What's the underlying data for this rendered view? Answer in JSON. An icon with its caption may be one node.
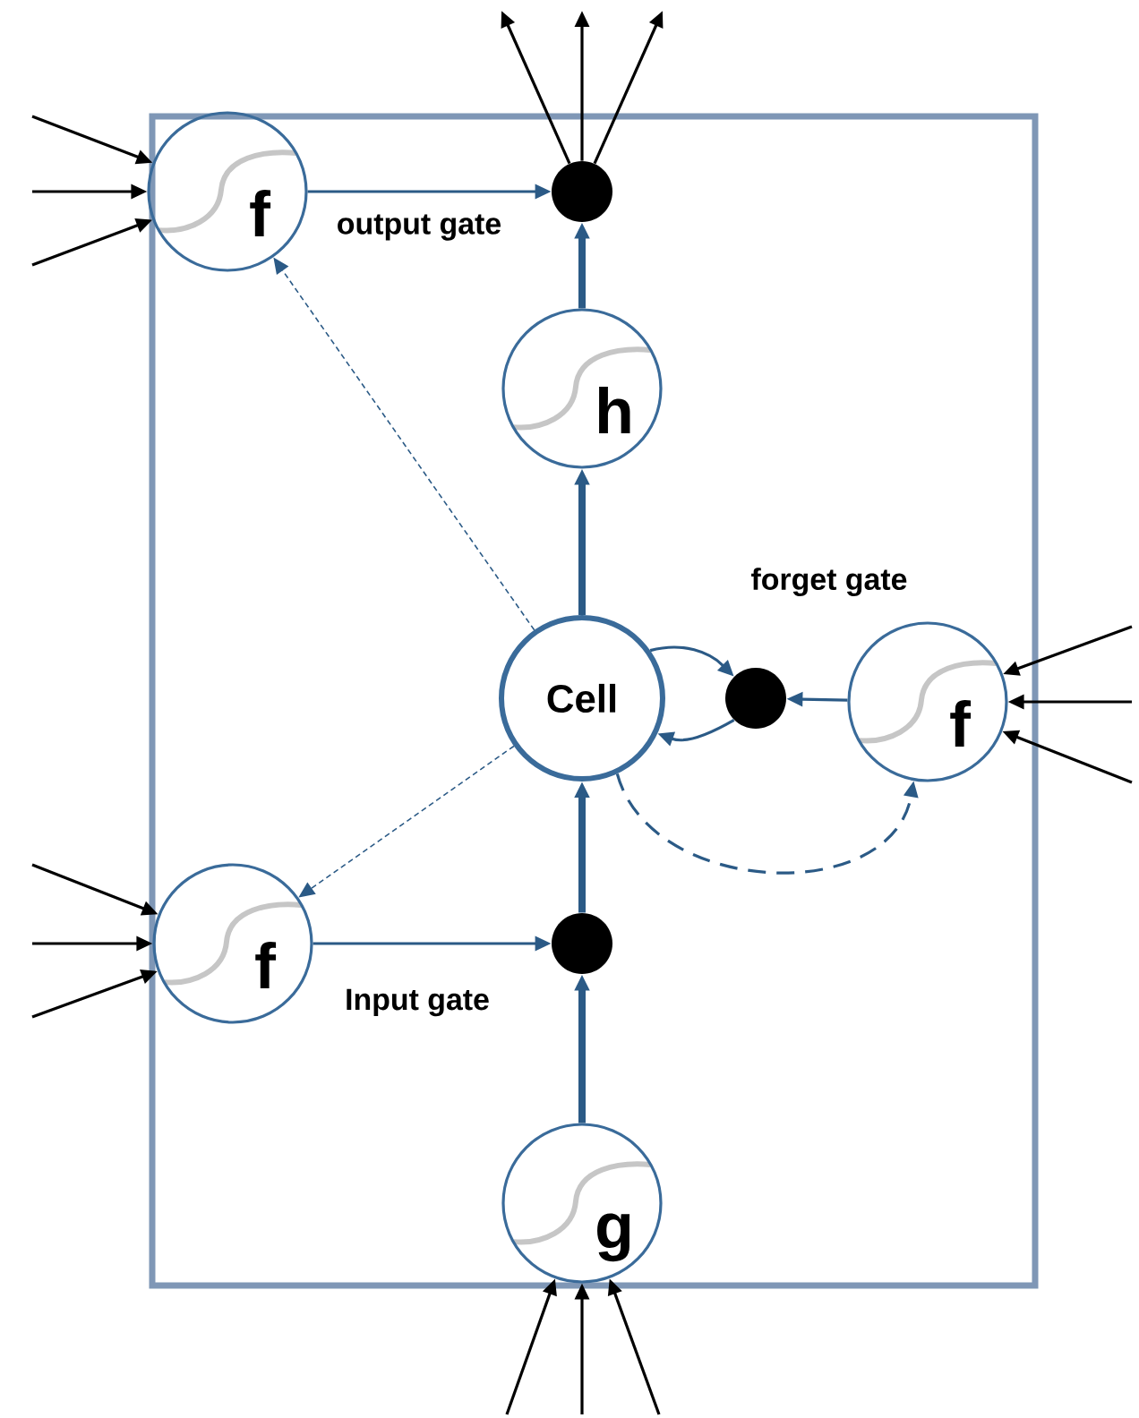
{
  "diagram": {
    "nodes": [
      {
        "text": [],
        "shape": "box"
      },
      {
        "text": [
          "f"
        ],
        "beside": [
          "output gate"
        ],
        "in": 0
      },
      {
        "text": [],
        "shape": "circle",
        "in": 0
      },
      {
        "text": [
          "h"
        ],
        "in": 0
      },
      {
        "text": [
          "Cell"
        ],
        "in": 0
      },
      {
        "text": [],
        "shape": "circle",
        "in": 0
      },
      {
        "text": [
          "f"
        ],
        "beside": [
          "forget gate"
        ],
        "in": 0
      },
      {
        "text": [
          "f"
        ],
        "beside": [
          "Input gate"
        ],
        "in": 0
      },
      {
        "text": [],
        "shape": "circle",
        "in": 0
      },
      {
        "text": [
          "g"
        ],
        "in": 0
      }
    ],
    "edges": [
      {
        "from": null,
        "to": 1,
        "arrow": "to"
      },
      {
        "from": null,
        "to": 1,
        "arrow": "to"
      },
      {
        "from": null,
        "to": 1,
        "arrow": "to"
      },
      {
        "from": 2,
        "to": null,
        "arrow": "to"
      },
      {
        "from": 2,
        "to": null,
        "arrow": "to"
      },
      {
        "from": 2,
        "to": null,
        "arrow": "to"
      },
      {
        "from": 1,
        "to": 2,
        "arrow": "to",
        "color": "#2b5a86"
      },
      {
        "from": 3,
        "to": 2,
        "arrow": "to",
        "style": "thick",
        "color": "#2b5a86"
      },
      {
        "from": 4,
        "to": 3,
        "arrow": "to",
        "style": "thick",
        "color": "#2b5a86"
      },
      {
        "from": 4,
        "to": 5,
        "arrow": "to",
        "color": "#2b5a86"
      },
      {
        "from": 5,
        "to": 4,
        "arrow": "to",
        "color": "#2b5a86"
      },
      {
        "from": 6,
        "to": 5,
        "arrow": "to",
        "color": "#2b5a86"
      },
      {
        "from": null,
        "to": 6,
        "arrow": "to"
      },
      {
        "from": null,
        "to": 6,
        "arrow": "to"
      },
      {
        "from": null,
        "to": 6,
        "arrow": "to"
      },
      {
        "from": 4,
        "to": 6,
        "arrow": "to",
        "style": "dashed",
        "color": "#2b5a86"
      },
      {
        "from": 4,
        "to": 1,
        "arrow": "to",
        "style": "dashed",
        "color": "#2b5a86"
      },
      {
        "from": 4,
        "to": 7,
        "arrow": "to",
        "style": "dashed",
        "color": "#2b5a86"
      },
      {
        "from": null,
        "to": 7,
        "arrow": "to"
      },
      {
        "from": null,
        "to": 7,
        "arrow": "to"
      },
      {
        "from": null,
        "to": 7,
        "arrow": "to"
      },
      {
        "from": 7,
        "to": 8,
        "arrow": "to",
        "color": "#2b5a86"
      },
      {
        "from": 8,
        "to": 4,
        "arrow": "to",
        "style": "thick",
        "color": "#2b5a86"
      },
      {
        "from": 9,
        "to": 8,
        "arrow": "to",
        "style": "thick",
        "color": "#2b5a86"
      },
      {
        "from": null,
        "to": 9,
        "arrow": "to"
      },
      {
        "from": null,
        "to": 9,
        "arrow": "to"
      },
      {
        "from": null,
        "to": 9,
        "arrow": "to"
      }
    ]
  }
}
